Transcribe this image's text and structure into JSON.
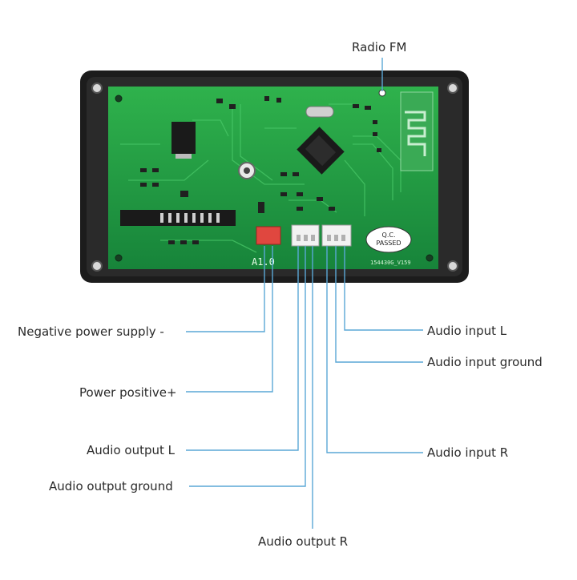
{
  "labels": {
    "radio_fm": "Radio FM",
    "negative_power": "Negative power supply -",
    "power_positive": "Power positive+",
    "audio_output_l": "Audio output L",
    "audio_output_ground": "Audio output ground",
    "audio_output_r": "Audio output R",
    "audio_input_l": "Audio input L",
    "audio_input_ground": "Audio input ground",
    "audio_input_r": "Audio input R"
  },
  "board": {
    "silkscreen_model": "A1.0",
    "qc_line1": "Q.C.",
    "qc_line2": "PASSED",
    "pcb_code": "154430G_V159"
  },
  "colors": {
    "leader_line": "#5aa7d6",
    "pcb": "#1f9a3c",
    "frame": "#1c1c1c"
  }
}
